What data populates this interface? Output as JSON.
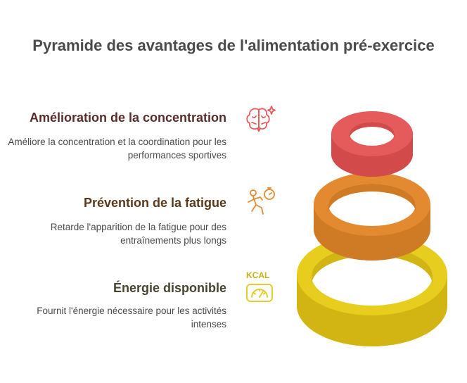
{
  "title": "Pyramide des avantages de l'alimentation pré-exercice",
  "items": [
    {
      "title": "Amélioration de la concentration",
      "description": "Améliore la concentration et la coordination pour les performances sportives",
      "icon": "brain-icon",
      "color": "#e55a5a"
    },
    {
      "title": "Prévention de la fatigue",
      "description": "Retarde l'apparition de la fatigue pour des entraînements plus longs",
      "icon": "running-stopwatch-icon",
      "color": "#e38a30"
    },
    {
      "title": "Énergie disponible",
      "description": "Fournit l'énergie nécessaire pour les activités intenses",
      "icon": "kcal-scale-icon",
      "icon_text": "KCAL",
      "color": "#e1c81a"
    }
  ]
}
